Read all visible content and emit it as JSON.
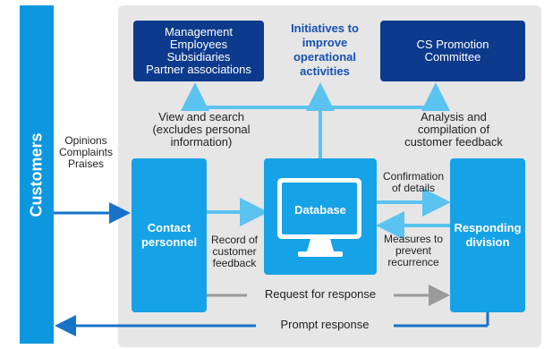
{
  "customers": "Customers",
  "customer_inputs": [
    "Opinions",
    "Complaints",
    "Praises"
  ],
  "top_left_box": [
    "Management",
    "Employees",
    "Subsidiaries",
    "Partner associations"
  ],
  "initiatives": [
    "Initiatives to",
    "improve",
    "operational",
    "activities"
  ],
  "cs_box": [
    "CS Promotion",
    "Committee"
  ],
  "view_search": [
    "View and search",
    "(excludes personal",
    "information)"
  ],
  "analysis": [
    "Analysis and",
    "compilation of",
    "customer feedback"
  ],
  "contact_personnel": [
    "Contact",
    "personnel"
  ],
  "database": "Database",
  "responding_division": [
    "Responding",
    "division"
  ],
  "record_feedback": [
    "Record of",
    "customer",
    "feedback"
  ],
  "confirmation": [
    "Confirmation",
    "of details"
  ],
  "measures": [
    "Measures to",
    "prevent",
    "recurrence"
  ],
  "request_response": "Request for response",
  "prompt_response": "Prompt response",
  "colors": {
    "dark_blue": "#0d3a8c",
    "light_blue": "#16a2e6",
    "arrow_blue": "#5bc3f0",
    "gray_arrow": "#9a9a9a",
    "panel": "#e6e6e6"
  }
}
